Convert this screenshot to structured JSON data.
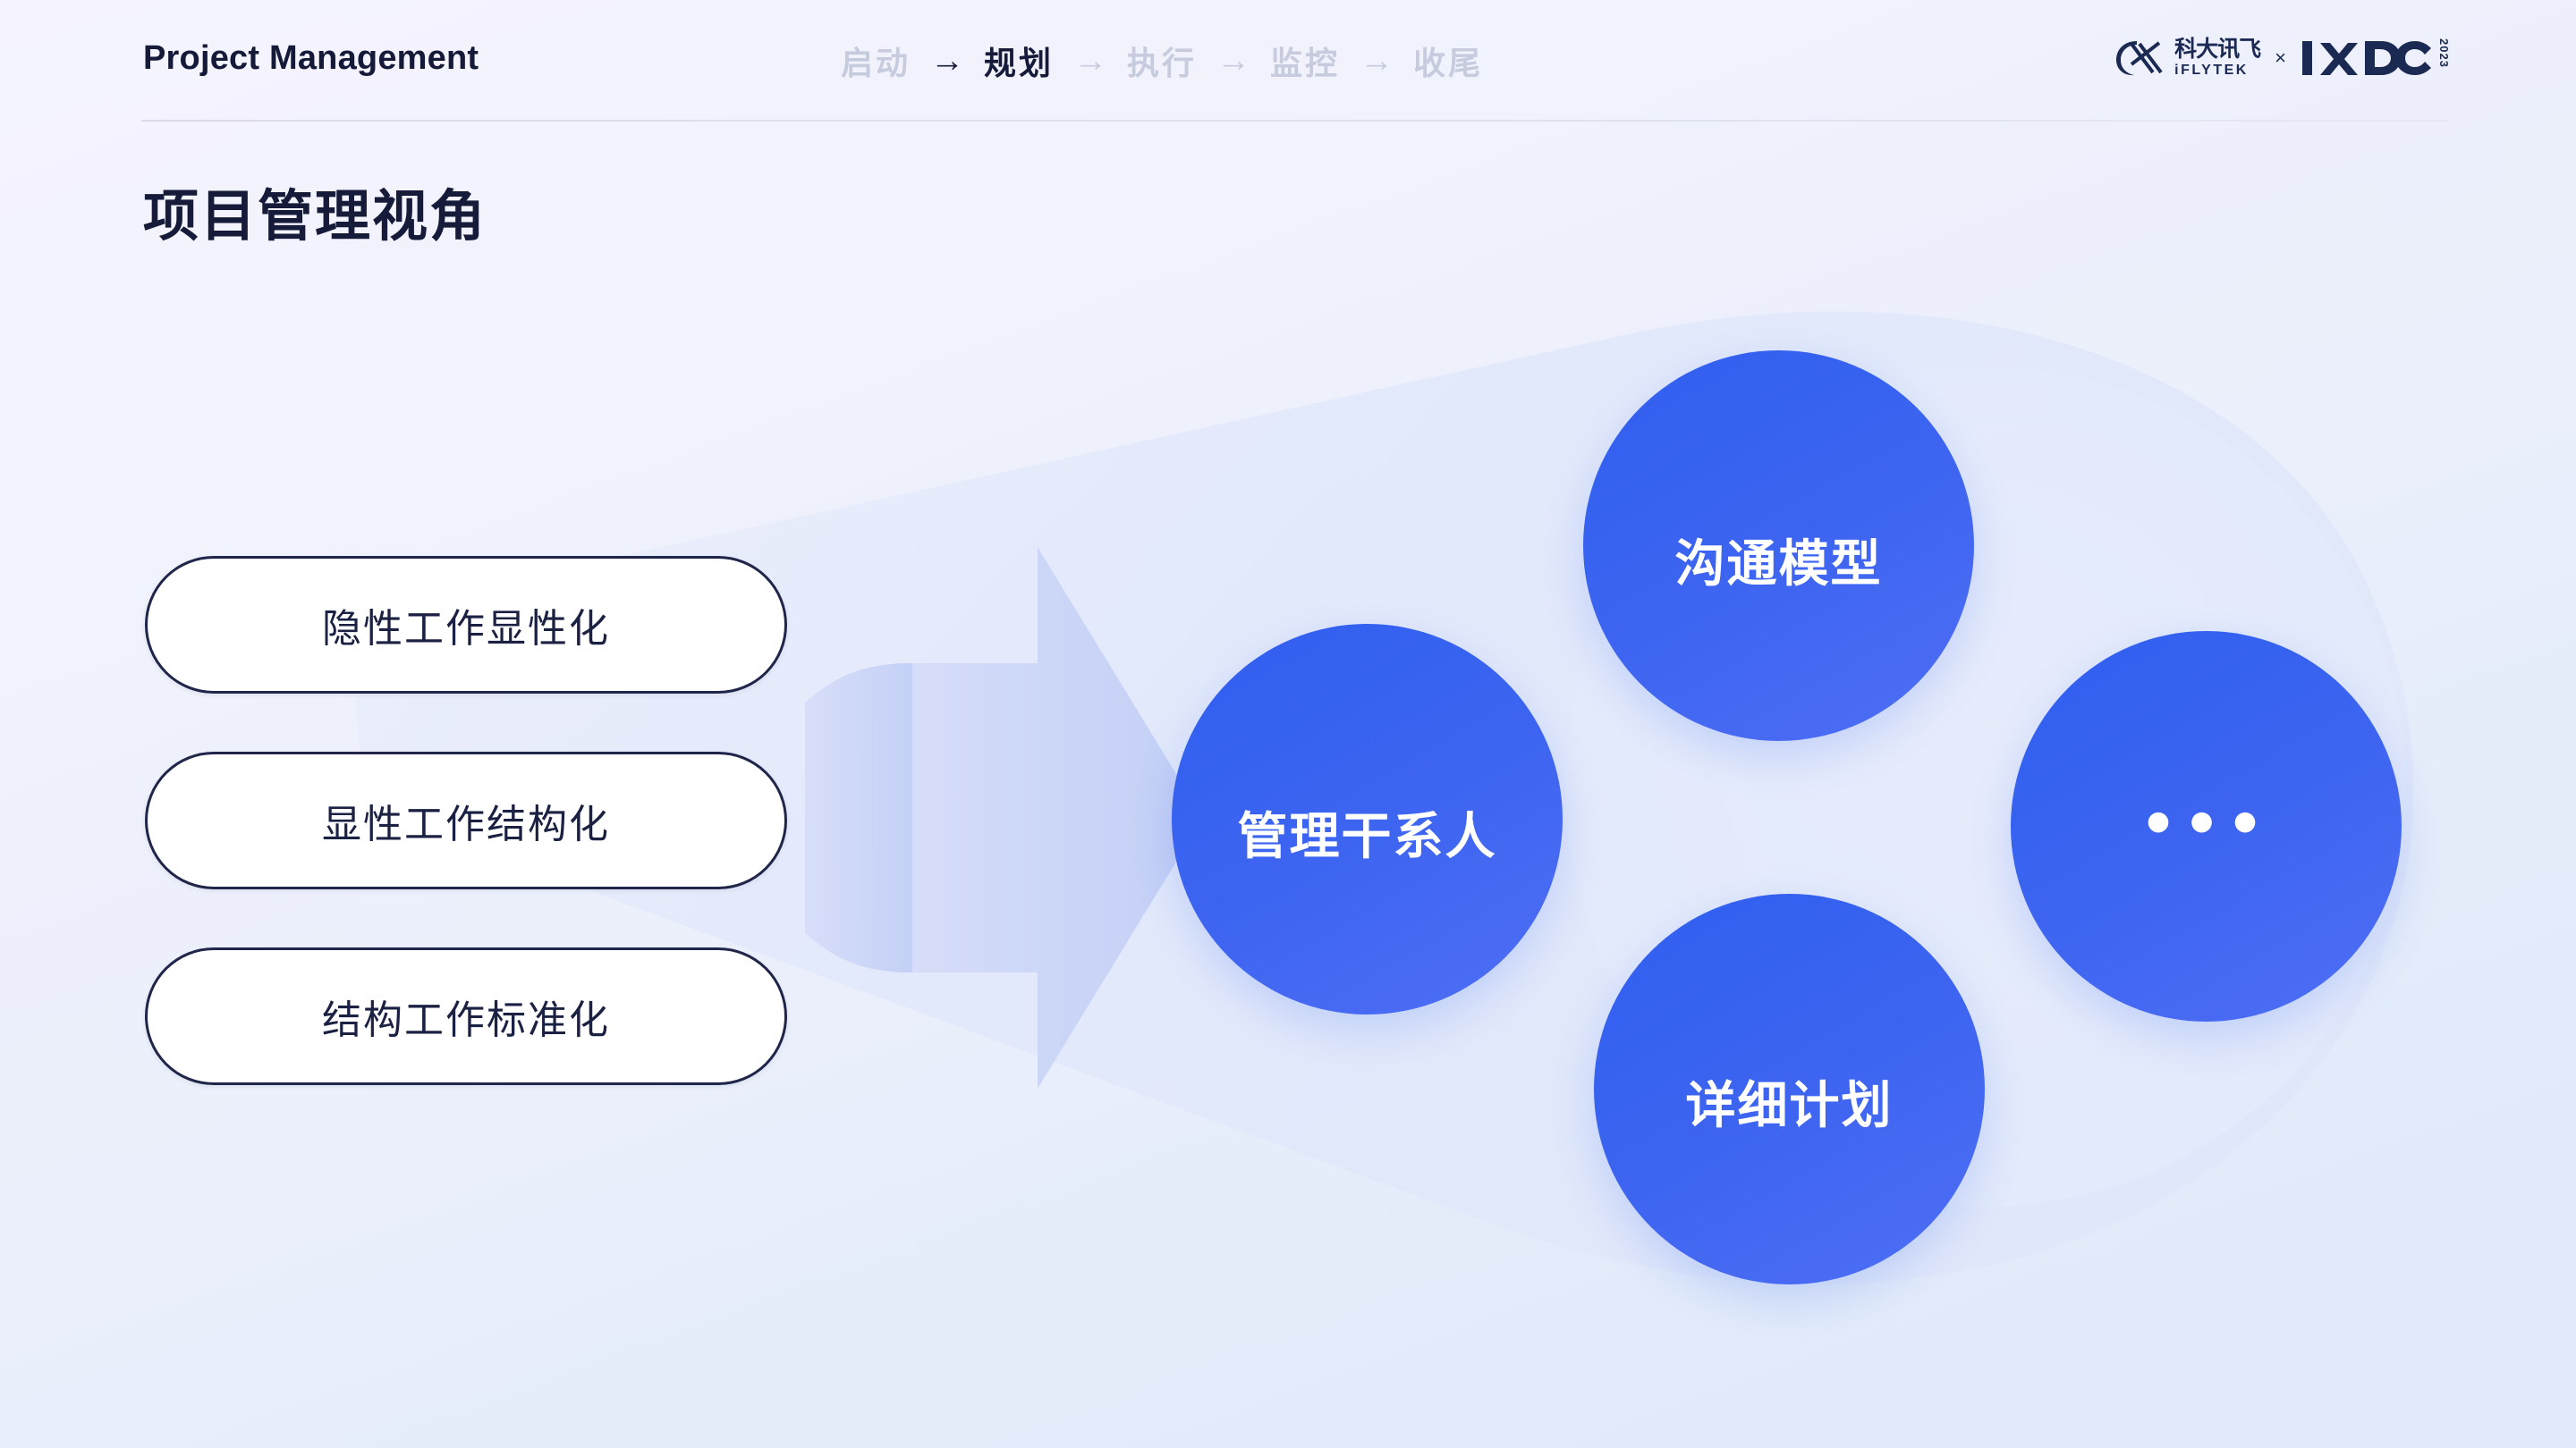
{
  "header": {
    "brand": "Project Management",
    "breadcrumb": [
      {
        "label": "启动",
        "active": false
      },
      {
        "label": "规划",
        "active": true
      },
      {
        "label": "执行",
        "active": false
      },
      {
        "label": "监控",
        "active": false
      },
      {
        "label": "收尾",
        "active": false
      }
    ],
    "breadcrumb_arrow": "→",
    "logo": {
      "iflytek_cn": "科大讯飞",
      "iflytek_en": "iFLYTEK",
      "separator": "×",
      "ixdc": "IxDC",
      "ixdc_year": "2023"
    }
  },
  "page_title": "项目管理视角",
  "pills": [
    {
      "label": "隐性工作显性化"
    },
    {
      "label": "显性工作结构化"
    },
    {
      "label": "结构工作标准化"
    }
  ],
  "circles": [
    {
      "id": "stakeholders",
      "label": "管理干系人"
    },
    {
      "id": "communication",
      "label": "沟通模型"
    },
    {
      "id": "plan",
      "label": "详细计划"
    },
    {
      "id": "more",
      "label": "•••"
    }
  ],
  "colors": {
    "brand_navy": "#161b3a",
    "circle_blue": "#3a63f0",
    "circle_blue_light": "#4f6ef4",
    "muted_gray": "#c6cbde",
    "pill_border": "#20264a",
    "pill_fill": "#ffffff",
    "bg_top": "#f5f4fe",
    "bg_bottom": "#e0e9f9",
    "funnel_fill": "#e4e9fa",
    "arrow_fill": "#c9d4f8"
  }
}
